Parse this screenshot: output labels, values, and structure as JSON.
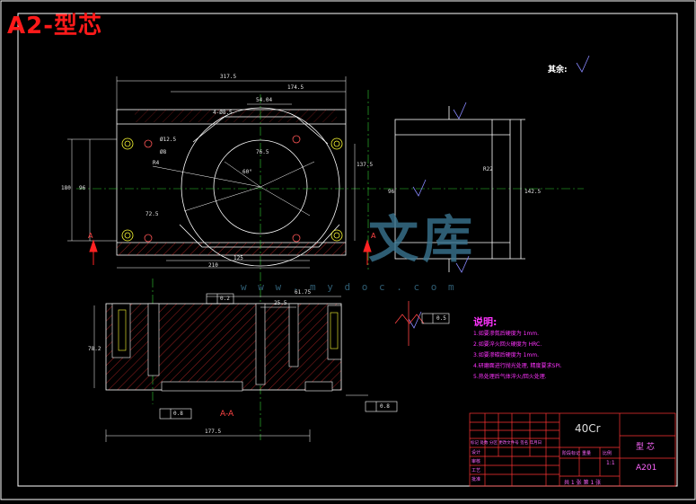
{
  "drawing": {
    "title": "A2-型芯",
    "roughness_label": "其余:",
    "material": "40Cr",
    "part_name": "型 芯",
    "drawing_no": "A201",
    "scale": "1:1",
    "sheet": "共 1 张 第 1 张",
    "section_label": "A-A",
    "section_mark": "A",
    "notes_title": "说明:",
    "notes": [
      "1.如要渗氮后硬度为 1mm.",
      "2.如要淬火回火硬度为 HRC.",
      "3.如要渗碳后硬度为 1mm.",
      "4.研磨面进行抛光处理, 精度要求SPI.",
      "5.热处理后气体淬火/回火处理."
    ],
    "watermark": {
      "cn": "文库",
      "url": "w w w . m y d o c . c o m"
    },
    "dims": {
      "top_overall": "317.5",
      "top_inner": "174.5",
      "top_c": "54.04",
      "top_d": "4-Ø8.5",
      "hole_a": "Ø12.5",
      "hole_b": "Ø8",
      "depth_a": "72.5",
      "left_h": "180",
      "left_small": "96",
      "radius": "R4",
      "arc": "76.5",
      "bottom_a": "125",
      "angle": "60°",
      "right_dim": "137.5",
      "bottom_b": "210",
      "section_w": "177.5",
      "section_top": "61.75",
      "section_mid": "25.5",
      "section_h": "78.2",
      "gdt_a": "0.2",
      "gdt_b": "0.5",
      "gdt_c": "0.8",
      "side_h": "142.5",
      "side_w": "96",
      "side_r": "R22"
    },
    "title_block_headers": [
      "标记",
      "处数",
      "分区",
      "更改文件号",
      "签名",
      "年月日"
    ],
    "title_block_rows": [
      "设计",
      "审核",
      "工艺",
      "批准"
    ],
    "title_block_labels": {
      "stage": "阶段标记",
      "weight": "重量",
      "scale_h": "比例"
    }
  }
}
